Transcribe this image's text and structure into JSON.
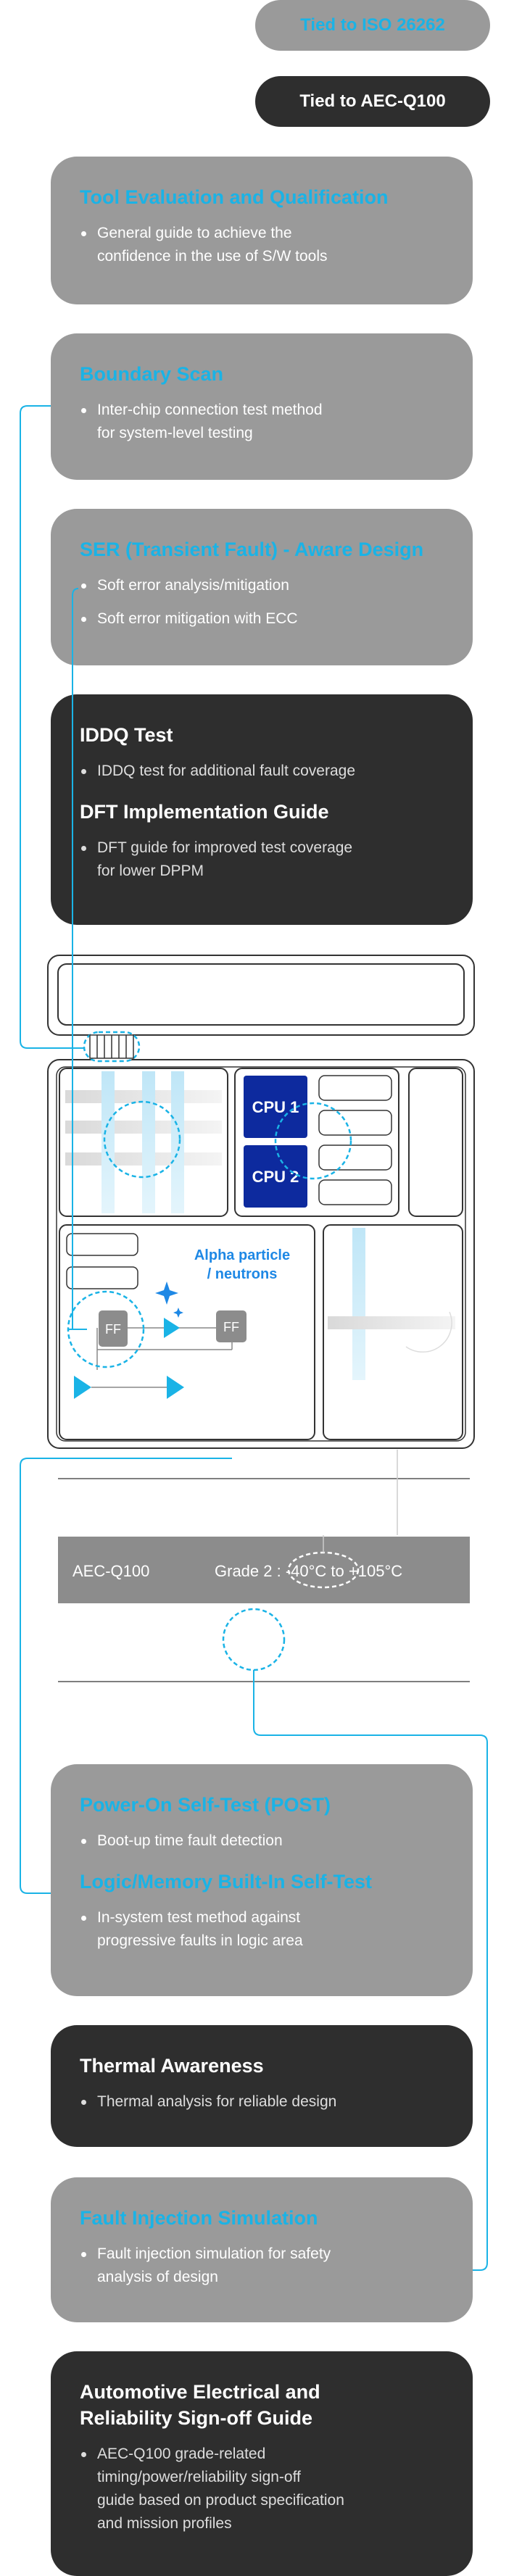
{
  "tags": {
    "iso": "Tied to ISO 26262",
    "aec": "Tied to AEC-Q100"
  },
  "cards": {
    "tool_eval": {
      "title": "Tool Evaluation and Qualification",
      "bullets": [
        "General guide to achieve the\nconfidence in the use of S/W tools"
      ]
    },
    "boundary": {
      "title": "Boundary Scan",
      "bullets": [
        "Inter-chip connection test method\nfor system-level testing"
      ]
    },
    "ser": {
      "title": "SER (Transient Fault) - Aware Design",
      "bullets": [
        "Soft error analysis/mitigation",
        "Soft error mitigation with ECC"
      ]
    },
    "iddq": {
      "title": "IDDQ Test",
      "bullets": [
        "IDDQ test for additional fault coverage"
      ],
      "title2": "DFT Implementation Guide",
      "bullets2": [
        "DFT guide for improved test coverage\nfor lower DPPM"
      ]
    },
    "post": {
      "title": "Power-On Self-Test (POST)",
      "bullets": [
        "Boot-up time fault detection"
      ],
      "title2": "Logic/Memory Built-In Self-Test",
      "bullets2": [
        "In-system test method against\nprogressive faults in logic area"
      ]
    },
    "thermal": {
      "title": "Thermal Awareness",
      "bullets": [
        "Thermal analysis for reliable design"
      ]
    },
    "fault_inj": {
      "title": "Fault Injection Simulation",
      "bullets": [
        "Fault injection simulation for safety\nanalysis of design"
      ]
    },
    "auto_signoff": {
      "title": "Automotive Electrical and\nReliability Sign-off Guide",
      "bullets": [
        "AEC-Q100 grade-related\ntiming/power/reliability sign-off\nguide based on product specification\nand mission profiles"
      ]
    }
  },
  "chip": {
    "cpu1": "CPU 1",
    "cpu2": "CPU 2",
    "alpha": [
      "Alpha particle",
      "/ neutrons"
    ],
    "ff": "FF"
  },
  "grade_bar": {
    "label": "AEC-Q100",
    "grade": "Grade 2 : -40°C to +105°C"
  },
  "colors": {
    "accent": "#1ab3e6",
    "gray_card": "#9a9a9a",
    "dark_card": "#2e2e2e",
    "cpu": "#0d2a9e",
    "alpha_text": "#1e88e5"
  }
}
